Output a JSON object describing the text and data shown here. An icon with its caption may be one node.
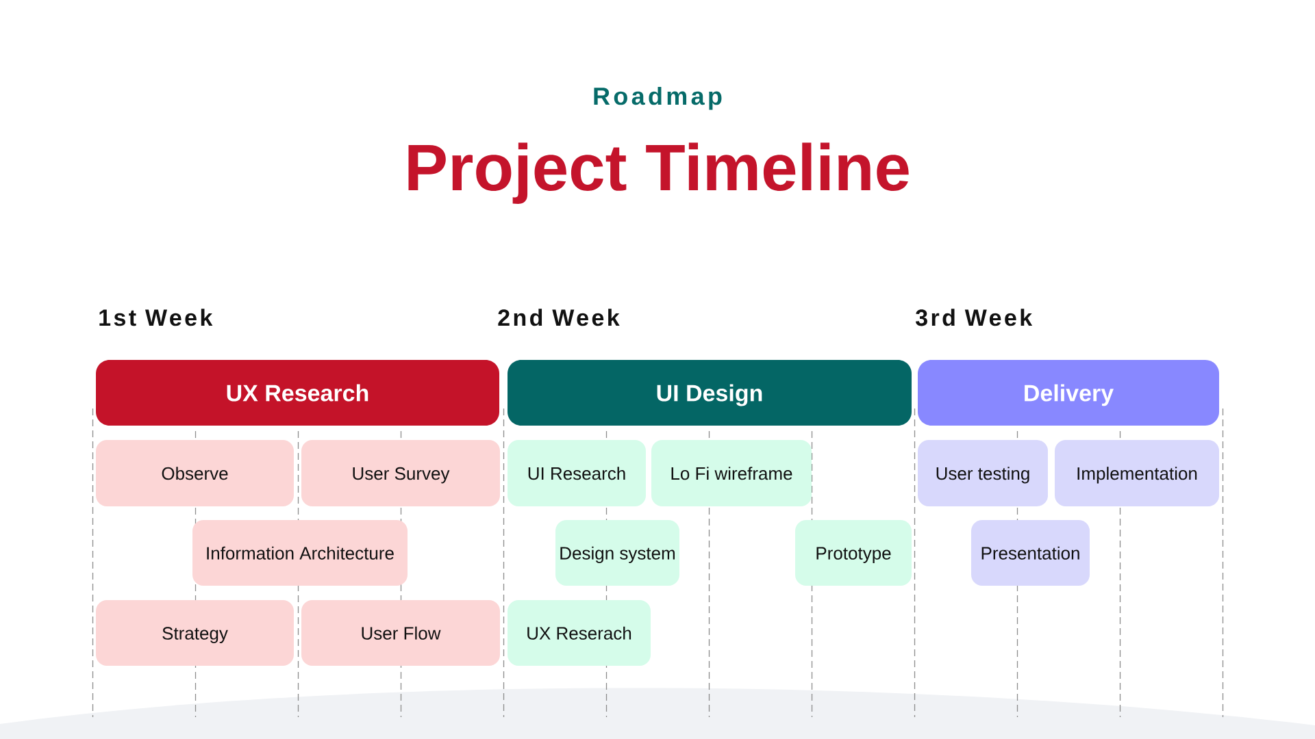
{
  "diagram": {
    "title": "Project Timeline",
    "nodes": [
      {
        "text": [
          "UX Research"
        ]
      },
      {
        "text": [
          "Observe"
        ]
      },
      {
        "text": [
          "User Survey"
        ]
      },
      {
        "text": [
          "Information Architecture"
        ]
      },
      {
        "text": [
          "Strategy"
        ]
      },
      {
        "text": [
          "User Flow"
        ]
      },
      {
        "text": [
          "UI Design"
        ]
      },
      {
        "text": [
          "UI Research"
        ]
      },
      {
        "text": [
          "Lo Fi wireframe"
        ]
      },
      {
        "text": [
          "Design system"
        ]
      },
      {
        "text": [
          "Prototype"
        ]
      },
      {
        "text": [
          "UX Reserach"
        ]
      },
      {
        "text": [
          "Delivery"
        ]
      },
      {
        "text": [
          "User testing"
        ]
      },
      {
        "text": [
          "Implementation"
        ]
      },
      {
        "text": [
          "Presentation"
        ]
      }
    ],
    "labels": [
      "Roadmap",
      "1st Week",
      "2nd Week",
      "3rd Week"
    ]
  }
}
